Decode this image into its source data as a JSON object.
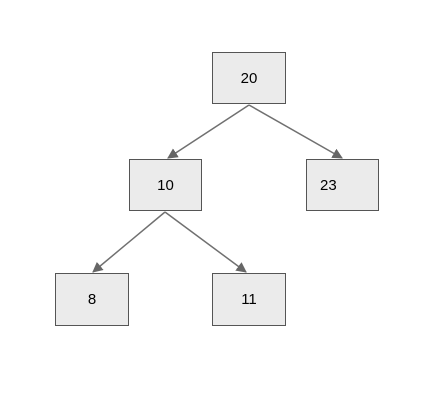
{
  "diagram": {
    "type": "binary-tree",
    "nodes": [
      {
        "id": "n20",
        "label": "20"
      },
      {
        "id": "n10",
        "label": "10"
      },
      {
        "id": "n23",
        "label": "23"
      },
      {
        "id": "n8",
        "label": "8"
      },
      {
        "id": "n11",
        "label": "11"
      }
    ],
    "edges": [
      {
        "from": "n20",
        "to": "n10"
      },
      {
        "from": "n20",
        "to": "n23"
      },
      {
        "from": "n10",
        "to": "n8"
      },
      {
        "from": "n10",
        "to": "n11"
      }
    ]
  }
}
